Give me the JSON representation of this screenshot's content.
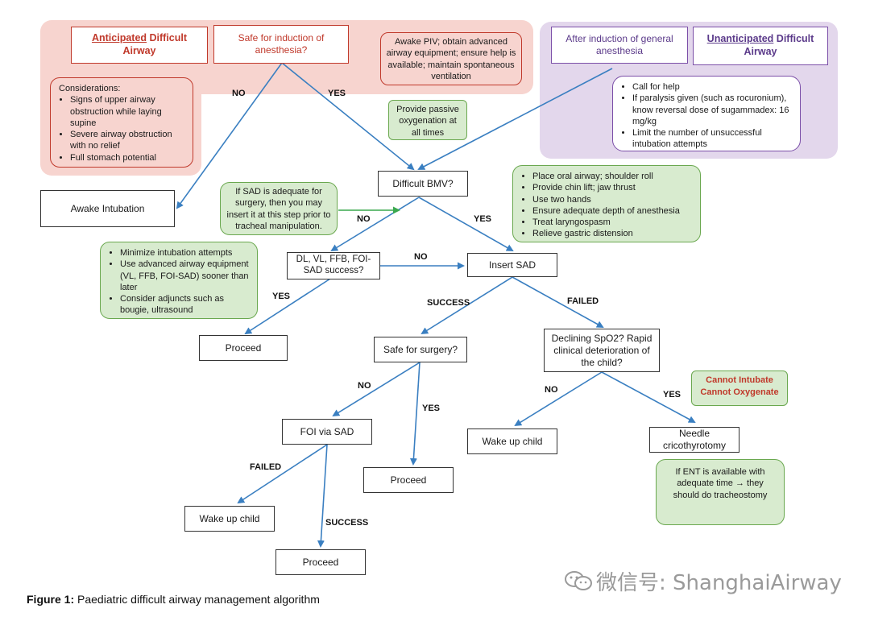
{
  "anticipated_title_part1": "Anticipated",
  "anticipated_title_part2": " Difficult Airway",
  "safe_induction": "Safe for induction of anesthesia?",
  "awake_piv": "Awake PIV; obtain advanced airway equipment; ensure help is available; maintain spontaneous ventilation",
  "after_induction": "After induction of general anesthesia",
  "unanticipated_title_part1": "Unanticipated",
  "unanticipated_title_part2": " Difficult Airway",
  "considerations": {
    "heading": "Considerations:",
    "items": [
      "Signs of upper airway obstruction while laying supine",
      "Severe airway obstruction with no relief",
      "Full stomach potential"
    ]
  },
  "unanticipated_notes": [
    "Call for help",
    "If paralysis given (such as rocuronium), know reversal dose of sugammadex: 16 mg/kg",
    "Limit the number of unsuccessful intubation attempts"
  ],
  "passive_oxygenation": "Provide passive oxygenation at all times",
  "difficult_bmv": "Difficult BMV?",
  "awake_intubation": "Awake Intubation",
  "sad_note": "If SAD is adequate for surgery, then you may insert it at this step prior to tracheal manipulation.",
  "bmv_yes_notes": [
    "Place oral airway; shoulder roll",
    "Provide chin lift; jaw thrust",
    "Use two hands",
    "Ensure adequate depth of anesthesia",
    "Treat laryngospasm",
    "Relieve gastric distension"
  ],
  "intubation_notes": [
    "Minimize intubation attempts",
    "Use advanced airway equipment (VL, FFB, FOI-SAD) sooner than later",
    "Consider adjuncts such as bougie, ultrasound"
  ],
  "dl_vl": "DL, VL, FFB, FOI-SAD success?",
  "insert_sad": "Insert SAD",
  "proceed": "Proceed",
  "safe_surgery": "Safe for surgery?",
  "declining": "Declining SpO2? Rapid clinical deterioration of the child?",
  "cico_line1": "Cannot Intubate",
  "cico_line2": "Cannot Oxygenate",
  "foi_via_sad": "FOI via SAD",
  "wake_up_child": "Wake up child",
  "needle_crico": "Needle cricothyrotomy",
  "ent_note": "If ENT is available with adequate time → they should do tracheostomy",
  "labels": {
    "no": "NO",
    "yes": "YES",
    "success": "SUCCESS",
    "failed": "FAILED"
  },
  "caption_bold": "Figure 1:",
  "caption_text": " Paediatric difficult airway management algorithm",
  "watermark": "微信号: ShanghaiAirway",
  "colors": {
    "red": "#c0392b",
    "purple": "#7b4fa8",
    "green_fill": "#d8ebcf",
    "arrow": "#3a7fc1"
  }
}
